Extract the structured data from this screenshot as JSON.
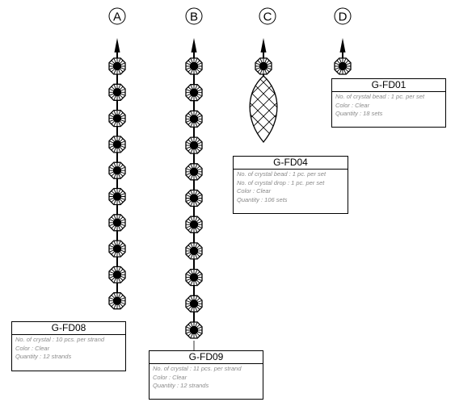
{
  "columns": [
    {
      "letter": "A",
      "bead_count": 10,
      "has_drop": false
    },
    {
      "letter": "B",
      "bead_count": 11,
      "has_drop": false
    },
    {
      "letter": "C",
      "bead_count": 1,
      "has_drop": true
    },
    {
      "letter": "D",
      "bead_count": 1,
      "has_drop": false
    }
  ],
  "labels": {
    "a": {
      "code": "G-FD08",
      "lines": [
        "No. of crystal : 10 pcs. per strand",
        "Color : Clear",
        "Quantity : 12 strands"
      ]
    },
    "b": {
      "code": "G-FD09",
      "lines": [
        "No. of crystal : 11 pcs. per strand",
        "Color : Clear",
        "Quantity : 12 strands"
      ]
    },
    "c": {
      "code": "G-FD04",
      "lines": [
        "No. of crystal bead : 1 pc. per set",
        "No. of crystal drop : 1 pc. per set",
        "Color : Clear",
        "Quantity : 106 sets"
      ]
    },
    "d": {
      "code": "G-FD01",
      "lines": [
        "No. of crystal bead : 1 pc. per set",
        "Color : Clear",
        "Quantity : 18 sets"
      ]
    }
  }
}
